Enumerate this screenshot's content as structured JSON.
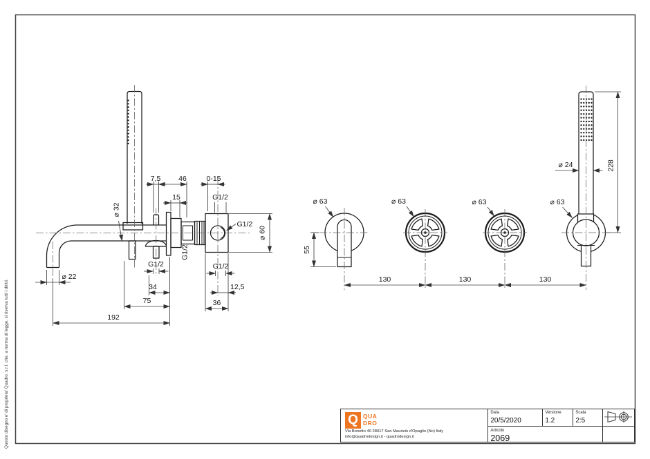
{
  "document": {
    "copyright_note": "Questo disegno e' di proprieta' Quadro. s.r.l. che, a norma di legge, si riserva tutti i diritti.",
    "accent_color": "#EE7623",
    "line_color": "#1a1a1a"
  },
  "side_view": {
    "dims": {
      "d7_5": "7,5",
      "d46": "46",
      "d0_15": "0-15",
      "d15": "15",
      "dia32": "⌀ 32",
      "dia60": "⌀ 60",
      "dia22": "⌀ 22",
      "g12": "G1/2",
      "d34": "34",
      "d75": "75",
      "d192": "192",
      "d36": "36",
      "d12_5": "12,5"
    }
  },
  "front_view": {
    "dims": {
      "dia63": "⌀ 63",
      "dia24": "⌀ 24",
      "d228": "228",
      "d55": "55",
      "d130": "130"
    }
  },
  "title_block": {
    "logo_q": "Q",
    "logo_line1": "QUA",
    "logo_line2": "DRO",
    "address_line1": "Via Bonetto 40  28017 San Maurizio d'Opaglio (No) Italy",
    "address_line2": "info@quadrodesign.it  -  quadrodesign.it",
    "data_label": "Data",
    "data_value": "20/5/2020",
    "versione_label": "Versione",
    "versione_value": "1.2",
    "scala_label": "Scala",
    "scala_value": "2:5",
    "articolo_label": "Articolo",
    "articolo_value": "2069"
  }
}
